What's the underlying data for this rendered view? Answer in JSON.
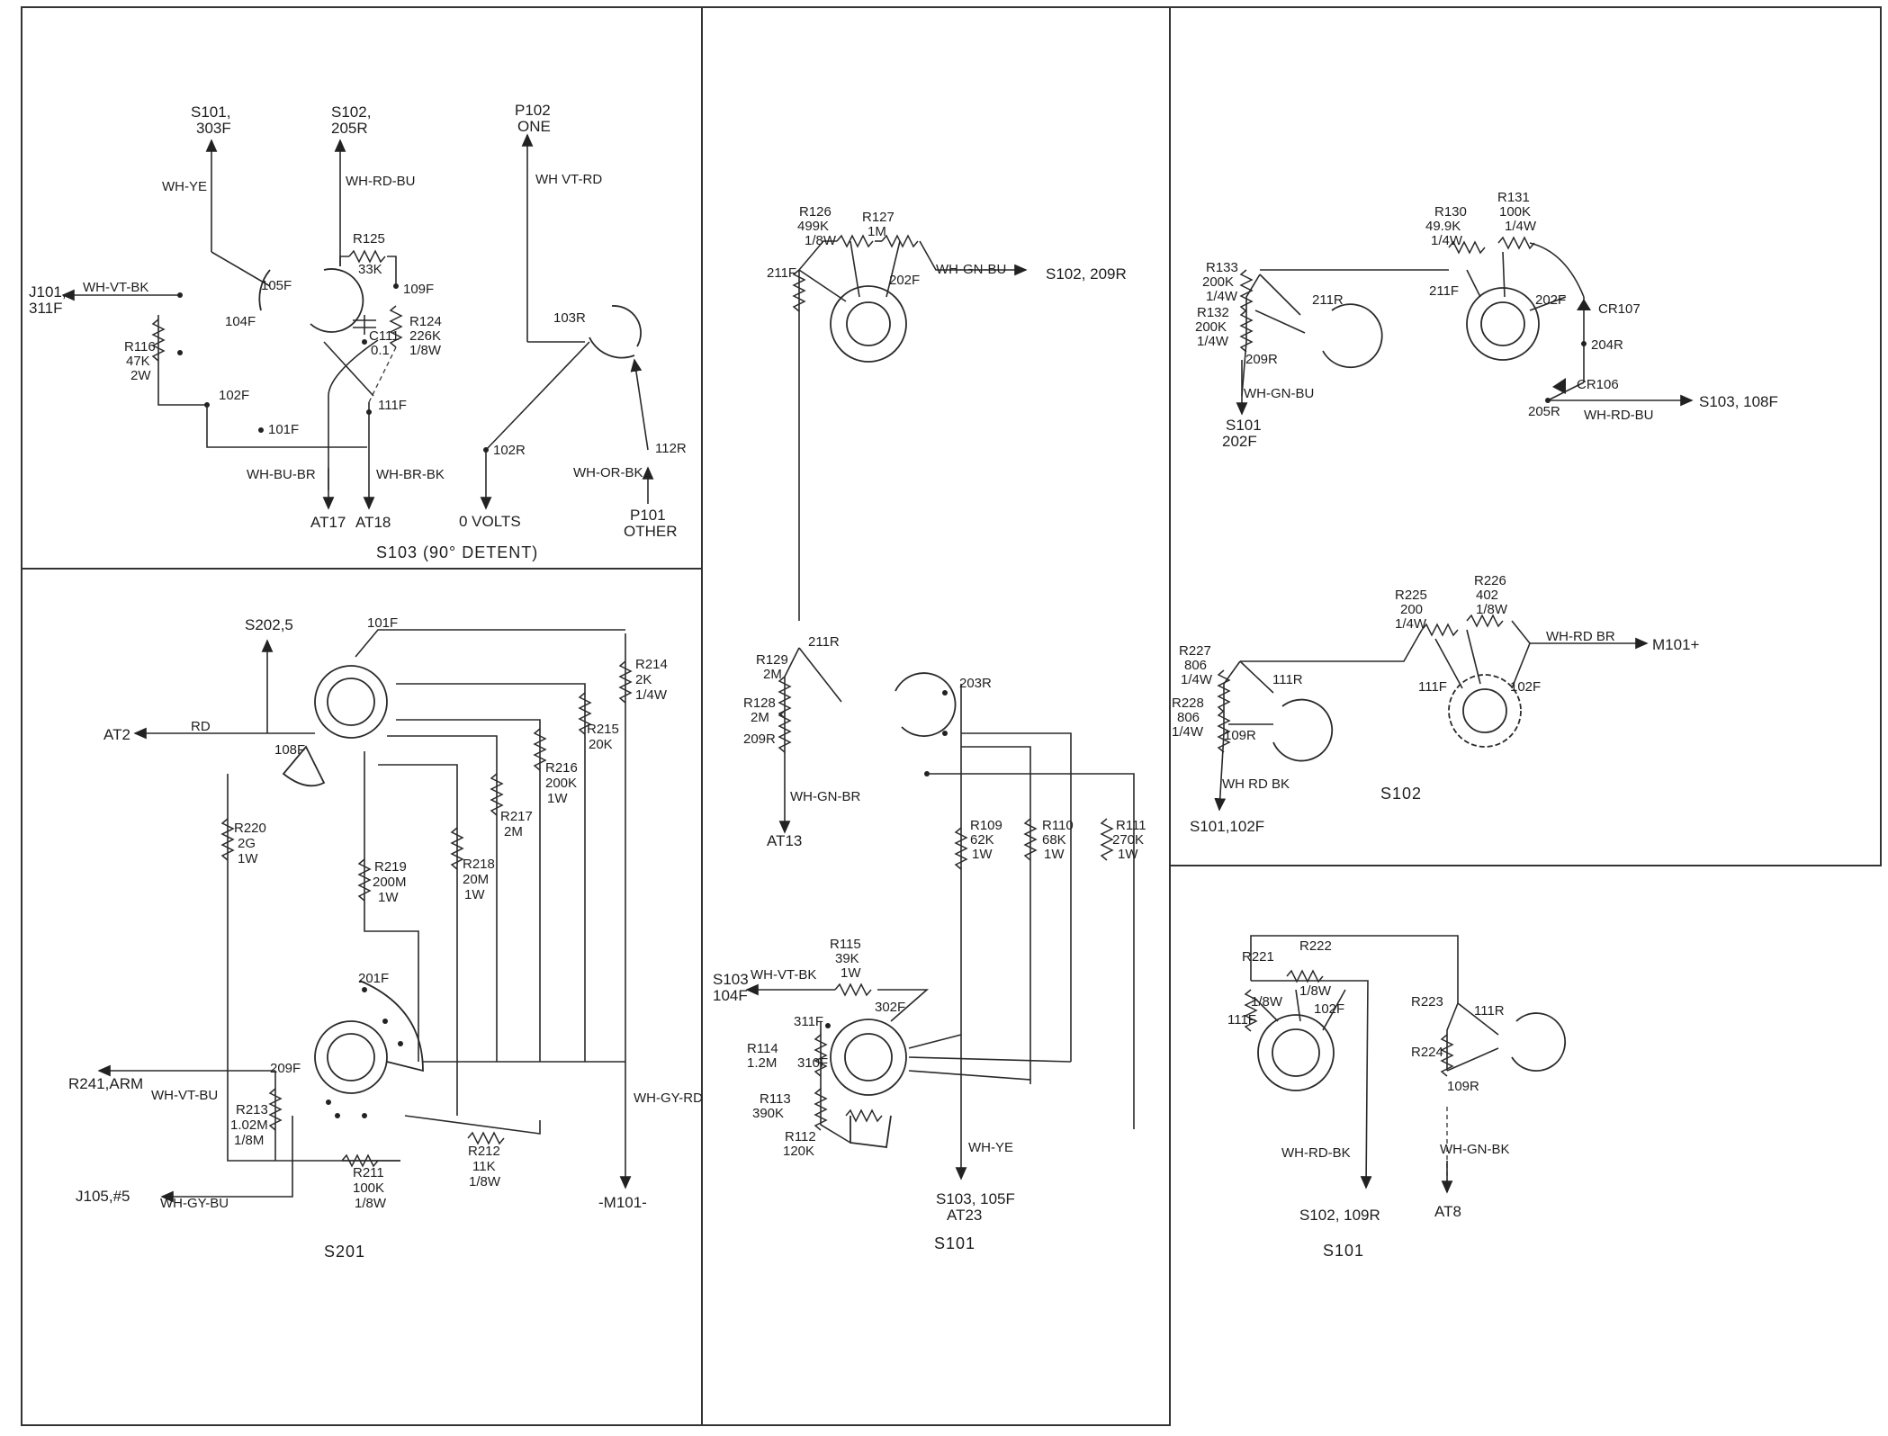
{
  "s103": {
    "caption": "S103 (90° DETENT)",
    "dest_s101_303f": [
      "S101,",
      "303F"
    ],
    "dest_s102_205r": [
      "S102,",
      "205R"
    ],
    "dest_p102_one": [
      "P102",
      "ONE"
    ],
    "dest_j101_311f": [
      "J101,",
      "311F"
    ],
    "wire_wh_ye": "WH-YE",
    "wire_wh_rd_bu": "WH-RD-BU",
    "wire_wh_vt_rd": "WH VT-RD",
    "wire_wh_vt_bk": "WH-VT-BK",
    "wire_wh_bu_br": "WH-BU-BR",
    "wire_wh_br_bk": "WH-BR-BK",
    "wire_wh_or_bk": "WH-OR-BK",
    "term_105f": "105F",
    "term_104f": "104F",
    "term_109f": "109F",
    "term_102f": "102F",
    "term_101f": "101F",
    "term_111f": "111F",
    "term_103r": "103R",
    "term_102r": "102R",
    "term_112r": "112R",
    "r125": [
      "R125",
      "33K"
    ],
    "r124": [
      "R124",
      "226K",
      "1/8W"
    ],
    "c111": [
      "C111",
      "0.1"
    ],
    "r116": [
      "R116",
      "47K",
      "2W"
    ],
    "dest_at17": "AT17",
    "dest_at18": "AT18",
    "dest_0v": "0 VOLTS",
    "dest_p101": [
      "P101",
      "OTHER"
    ]
  },
  "s201": {
    "caption": "S201",
    "dest_s202_5": "S202,5",
    "dest_at2": "AT2",
    "wire_rd": "RD",
    "term_101f": "101F",
    "term_108f": "108F",
    "term_201f": "201F",
    "term_209f": "209F",
    "r214": [
      "R214",
      "2K",
      "1/4W"
    ],
    "r215": [
      "R215",
      "20K"
    ],
    "r216": [
      "R216",
      "200K",
      "1W"
    ],
    "r217": [
      "R217",
      "2M"
    ],
    "r218": [
      "R218",
      "20M",
      "1W"
    ],
    "r219": [
      "R219",
      "200M",
      "1W"
    ],
    "r220": [
      "R220",
      "2G",
      "1W"
    ],
    "r213": [
      "R213",
      "1.02M",
      "1/8M"
    ],
    "r211": [
      "R211",
      "100K",
      "1/8W"
    ],
    "r212": [
      "R212",
      "11K",
      "1/8W"
    ],
    "dest_r241": "R241,ARM",
    "wire_wh_vt_bu": "WH-VT-BU",
    "dest_j105": "J105,#5",
    "wire_wh_gy_bu": "WH-GY-BU",
    "wire_wh_gy_rd": "WH-GY-RD",
    "dest_m101": "-M101-"
  },
  "s101_mid": {
    "caption": "S101",
    "r126": [
      "R126",
      "499K",
      "1/8W"
    ],
    "r127": [
      "R127",
      "1M"
    ],
    "term_211f": "211F",
    "term_202f": "202F",
    "wire_wh_gn_bu": "WH-GN-BU",
    "dest_s102_209r": "S102, 209R",
    "r129": [
      "R129",
      "2M"
    ],
    "r128": [
      "R128",
      "2M"
    ],
    "term_211r": "211R",
    "term_209r": "209R",
    "wire_wh_gn_br": "WH-GN-BR",
    "dest_at13": "AT13",
    "term_203r": "203R",
    "r109": [
      "R109",
      "62K",
      "1W"
    ],
    "r110": [
      "R110",
      "68K",
      "1W"
    ],
    "r111": [
      "R111",
      "270K",
      "1W"
    ],
    "r115": [
      "R115",
      "39K",
      "1W"
    ],
    "dest_s103_104f": [
      "S103",
      "104F"
    ],
    "wire_wh_vt_bk": "WH-VT-BK",
    "term_311f": "311F",
    "term_302f": "302F",
    "term_310f": "310F",
    "r114": [
      "R114",
      "1.2M"
    ],
    "r113": [
      "R113",
      "390K"
    ],
    "r112": [
      "R112",
      "120K"
    ],
    "wire_wh_ye": "WH-YE",
    "dest_s103_105f": [
      "S103, 105F",
      "AT23"
    ]
  },
  "s102": {
    "caption": "S102",
    "r133": [
      "R133",
      "200K",
      "1/4W"
    ],
    "r132": [
      "R132",
      "200K",
      "1/4W"
    ],
    "term_211r": "211R",
    "term_209r": "209R",
    "wire_wh_gn_bu": "WH-GN-BU",
    "dest_s101_202f": [
      "S101",
      "202F"
    ],
    "r130": [
      "R130",
      "49.9K",
      "1/4W"
    ],
    "r131": [
      "R131",
      "100K",
      "1/4W"
    ],
    "term_211f": "211F",
    "term_202f": "202F",
    "cr107": "CR107",
    "cr106": "CR106",
    "term_204r": "204R",
    "term_205r": "205R",
    "wire_wh_rd_bu": "WH-RD-BU",
    "dest_s103_108f": "S103, 108F",
    "r225": [
      "R225",
      "200",
      "1/4W"
    ],
    "r226": [
      "R226",
      "402",
      "1/8W"
    ],
    "wire_wh_rd_br": "WH-RD BR",
    "dest_m101p": "M101+",
    "r227": [
      "R227",
      "806",
      "1/4W"
    ],
    "r228": [
      "R228",
      "806",
      "1/4W"
    ],
    "term_111r": "111R",
    "term_109r": "109R",
    "term_111f": "111F",
    "term_102f": "102F",
    "wire_wh_rd_bk": "WH RD BK",
    "dest_s101_102f": "S101,102F"
  },
  "s101_right": {
    "caption": "S101",
    "r221": [
      "R221",
      "1/8W"
    ],
    "r222": [
      "R222",
      "1/8W"
    ],
    "term_111f": "111F",
    "term_102f": "102F",
    "r223": "R223",
    "r224": "R224",
    "term_111r": "111R",
    "term_109r": "109R",
    "wire_wh_rd_bk": "WH-RD-BK",
    "dest_s102_109r": "S102, 109R",
    "wire_wh_gn_bk": "WH-GN-BK",
    "dest_at8": "AT8"
  }
}
